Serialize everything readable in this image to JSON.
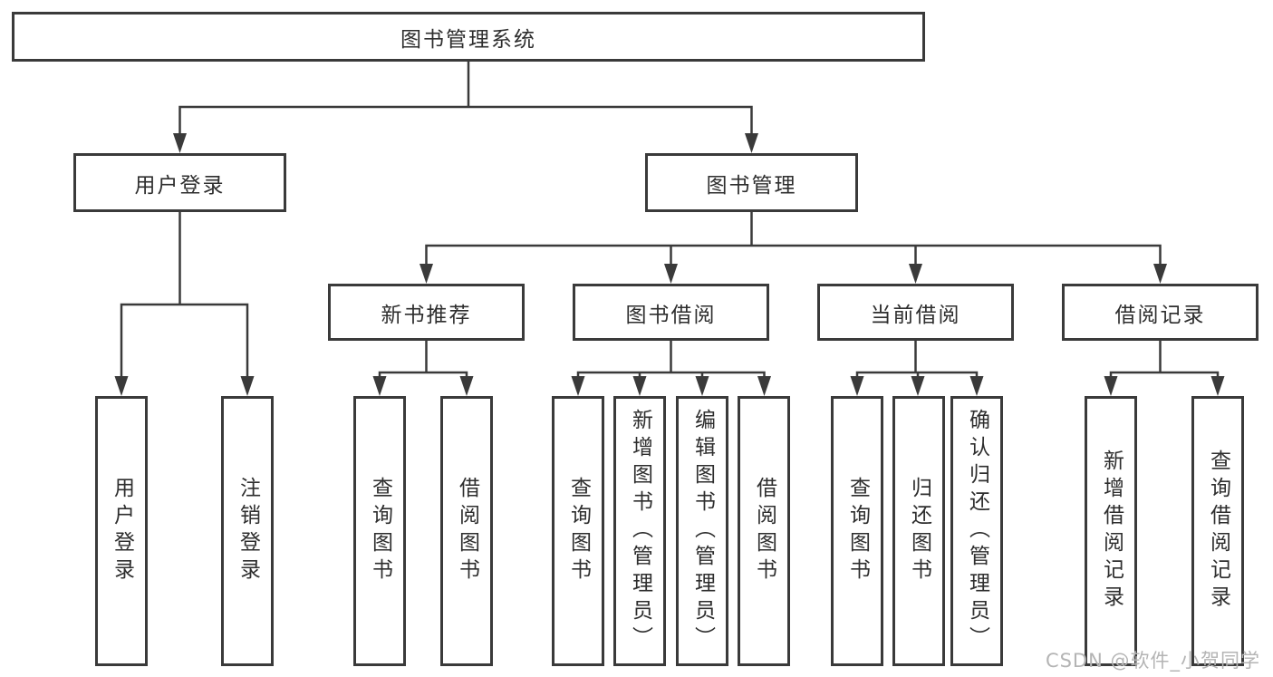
{
  "title": "图书管理系统功能结构图",
  "colors": {
    "line": "#3a3a3a",
    "box_border": "#3a3a3a",
    "text": "#2e2e2e",
    "background": "#ffffff",
    "watermark": "#b4b4b4"
  },
  "tree": {
    "label": "图书管理系统",
    "children": [
      {
        "label": "用户登录",
        "leaves": [
          "用户登录",
          "注销登录"
        ]
      },
      {
        "label": "图书管理",
        "children": [
          {
            "label": "新书推荐",
            "leaves": [
              "查询图书",
              "借阅图书"
            ]
          },
          {
            "label": "图书借阅",
            "leaves": [
              "查询图书",
              "新增图书（管理员）",
              "编辑图书（管理员）",
              "借阅图书"
            ]
          },
          {
            "label": "当前借阅",
            "leaves": [
              "查询图书",
              "归还图书",
              "确认归还（管理员）"
            ]
          },
          {
            "label": "借阅记录",
            "leaves": [
              "新增借阅记录",
              "查询借阅记录"
            ]
          }
        ]
      }
    ]
  },
  "watermark": {
    "text": "CSDN @软件_小贺同学"
  }
}
